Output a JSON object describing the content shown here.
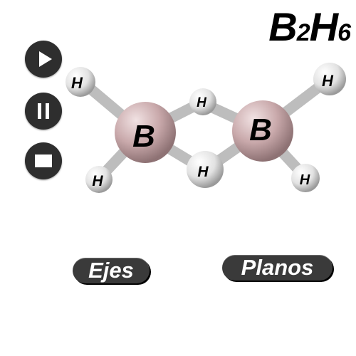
{
  "title": {
    "main": "B",
    "sub1": "2",
    "mid": "H",
    "sub2": "6"
  },
  "controls": {
    "play_icon": "play-icon",
    "pause_icon": "pause-icon",
    "stop_icon": "stop-icon",
    "button_color": "#2e2e2e"
  },
  "molecule": {
    "boron_label": "B",
    "hydrogen_label": "H",
    "boron_color": "#c9a9ab",
    "hydrogen_color": "#e6e6e6",
    "bond_color": "#bcbcbc"
  },
  "buttons": {
    "ejes_label": "Ejes",
    "planos_label": "Planos"
  }
}
